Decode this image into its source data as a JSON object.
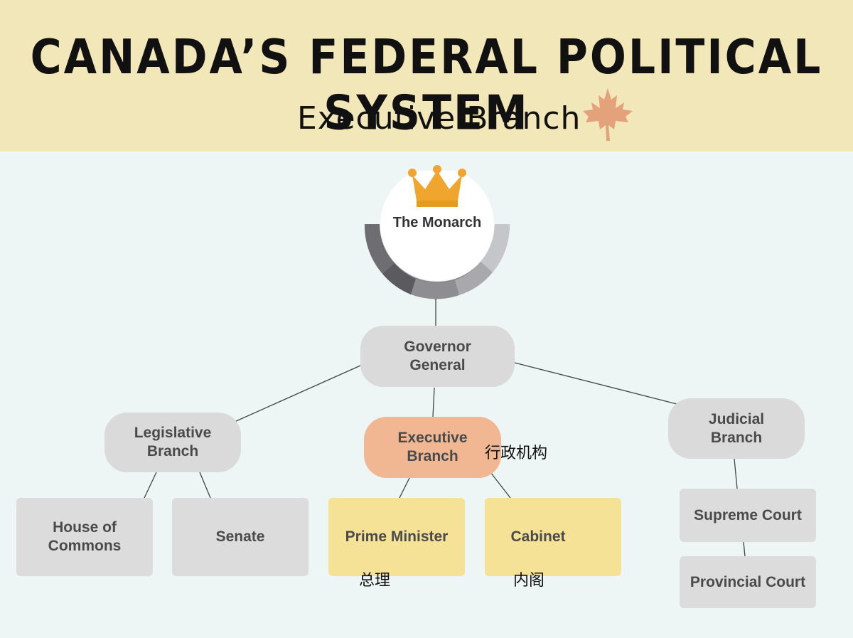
{
  "header": {
    "title": "CANADA’S FEDERAL POLITICAL SYSTEM",
    "subtitle": "Executive Branch"
  },
  "diagram": {
    "monarch": "The Monarch",
    "governor_general": "Governor\nGeneral",
    "legislative_branch": "Legislative\nBranch",
    "executive_branch": "Executive\nBranch",
    "judicial_branch": "Judicial\nBranch",
    "house_of_commons": "House of\nCommons",
    "senate": "Senate",
    "prime_minister": "Prime Minister",
    "cabinet": "Cabinet",
    "supreme_court": "Supreme Court",
    "provincial_court": "Provincial Court"
  },
  "annotations": {
    "executive_cn": "行政机构",
    "prime_minister_cn": "总理",
    "cabinet_cn": "内阁"
  },
  "colors": {
    "header_bg": "#f2e7b8",
    "page_bg": "#eef5f5",
    "node_gray": "#dadada",
    "executive": "#f0b792",
    "executive_members": "#f5e297",
    "maple_leaf": "#e3a27c",
    "crown": "#f0a52f"
  },
  "icons": [
    "maple-leaf-icon",
    "crown-icon"
  ]
}
